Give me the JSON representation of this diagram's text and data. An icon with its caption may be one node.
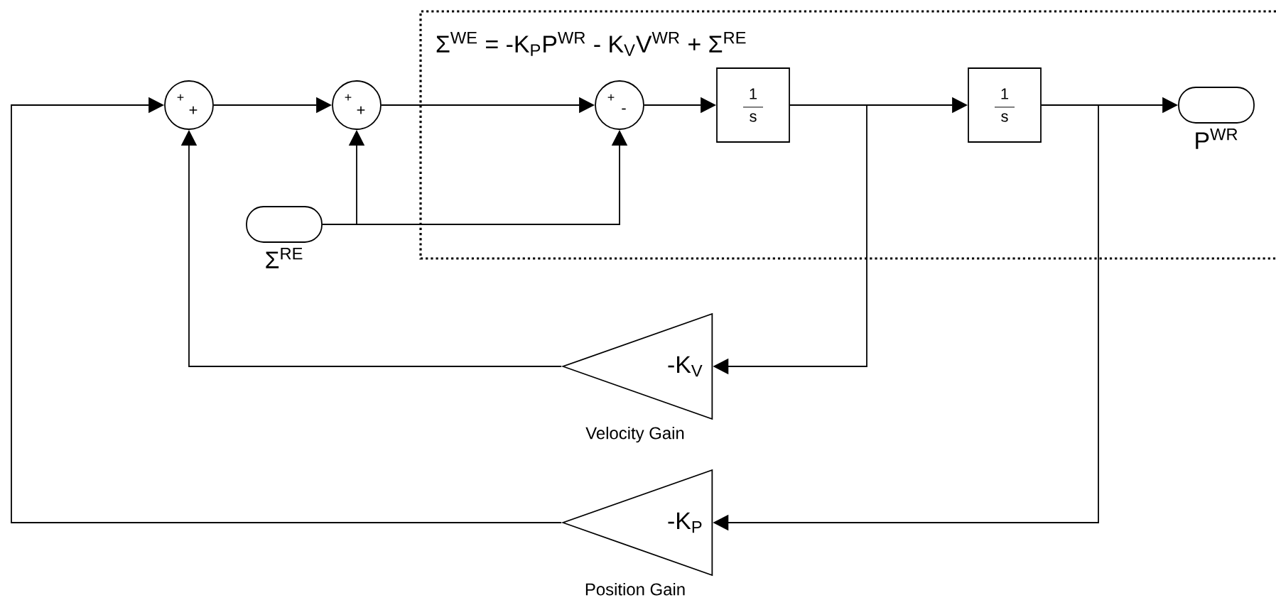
{
  "diagram": {
    "nodes": [
      {
        "text": [
          "+",
          "+"
        ]
      },
      {
        "text": [
          "+",
          "+"
        ]
      },
      {
        "text": [
          "Σ$^{WE}$ = -K$_{P}$P$^{WR}$ - K$_{V}$V$^{WR}$ + Σ$^{RE}$"
        ]
      },
      {
        "text": [
          "+",
          "-"
        ],
        "in": 2
      },
      {
        "text": [
          "1",
          "s"
        ],
        "in": 2
      },
      {
        "text": [
          "1",
          "s"
        ],
        "in": 2
      },
      {
        "text": [
          "P$^{WR}$"
        ],
        "in": 2
      },
      {
        "text": [
          "Σ$^{RE}$"
        ]
      },
      {
        "text": [
          "-K$_{V}$"
        ],
        "beside": [
          "Velocity Gain"
        ]
      },
      {
        "text": [
          "-K$_{P}$"
        ],
        "beside": [
          "Position Gain"
        ]
      }
    ],
    "edges": [
      {
        "from": 9,
        "to": 0,
        "arrow": "to"
      },
      {
        "from": 0,
        "to": 1,
        "arrow": "to"
      },
      {
        "from": 1,
        "to": 3,
        "arrow": "to"
      },
      {
        "from": 3,
        "to": 4,
        "arrow": "to"
      },
      {
        "from": 4,
        "to": 5,
        "arrow": "to"
      },
      {
        "from": 5,
        "to": 6,
        "arrow": "to"
      },
      {
        "from": 7,
        "to": 1,
        "arrow": "to"
      },
      {
        "from": 7,
        "to": 3,
        "arrow": "to"
      },
      {
        "from": 4,
        "to": 8,
        "arrow": "to"
      },
      {
        "from": 5,
        "to": 9,
        "arrow": "to"
      },
      {
        "from": 8,
        "to": 0,
        "arrow": "to"
      }
    ]
  }
}
